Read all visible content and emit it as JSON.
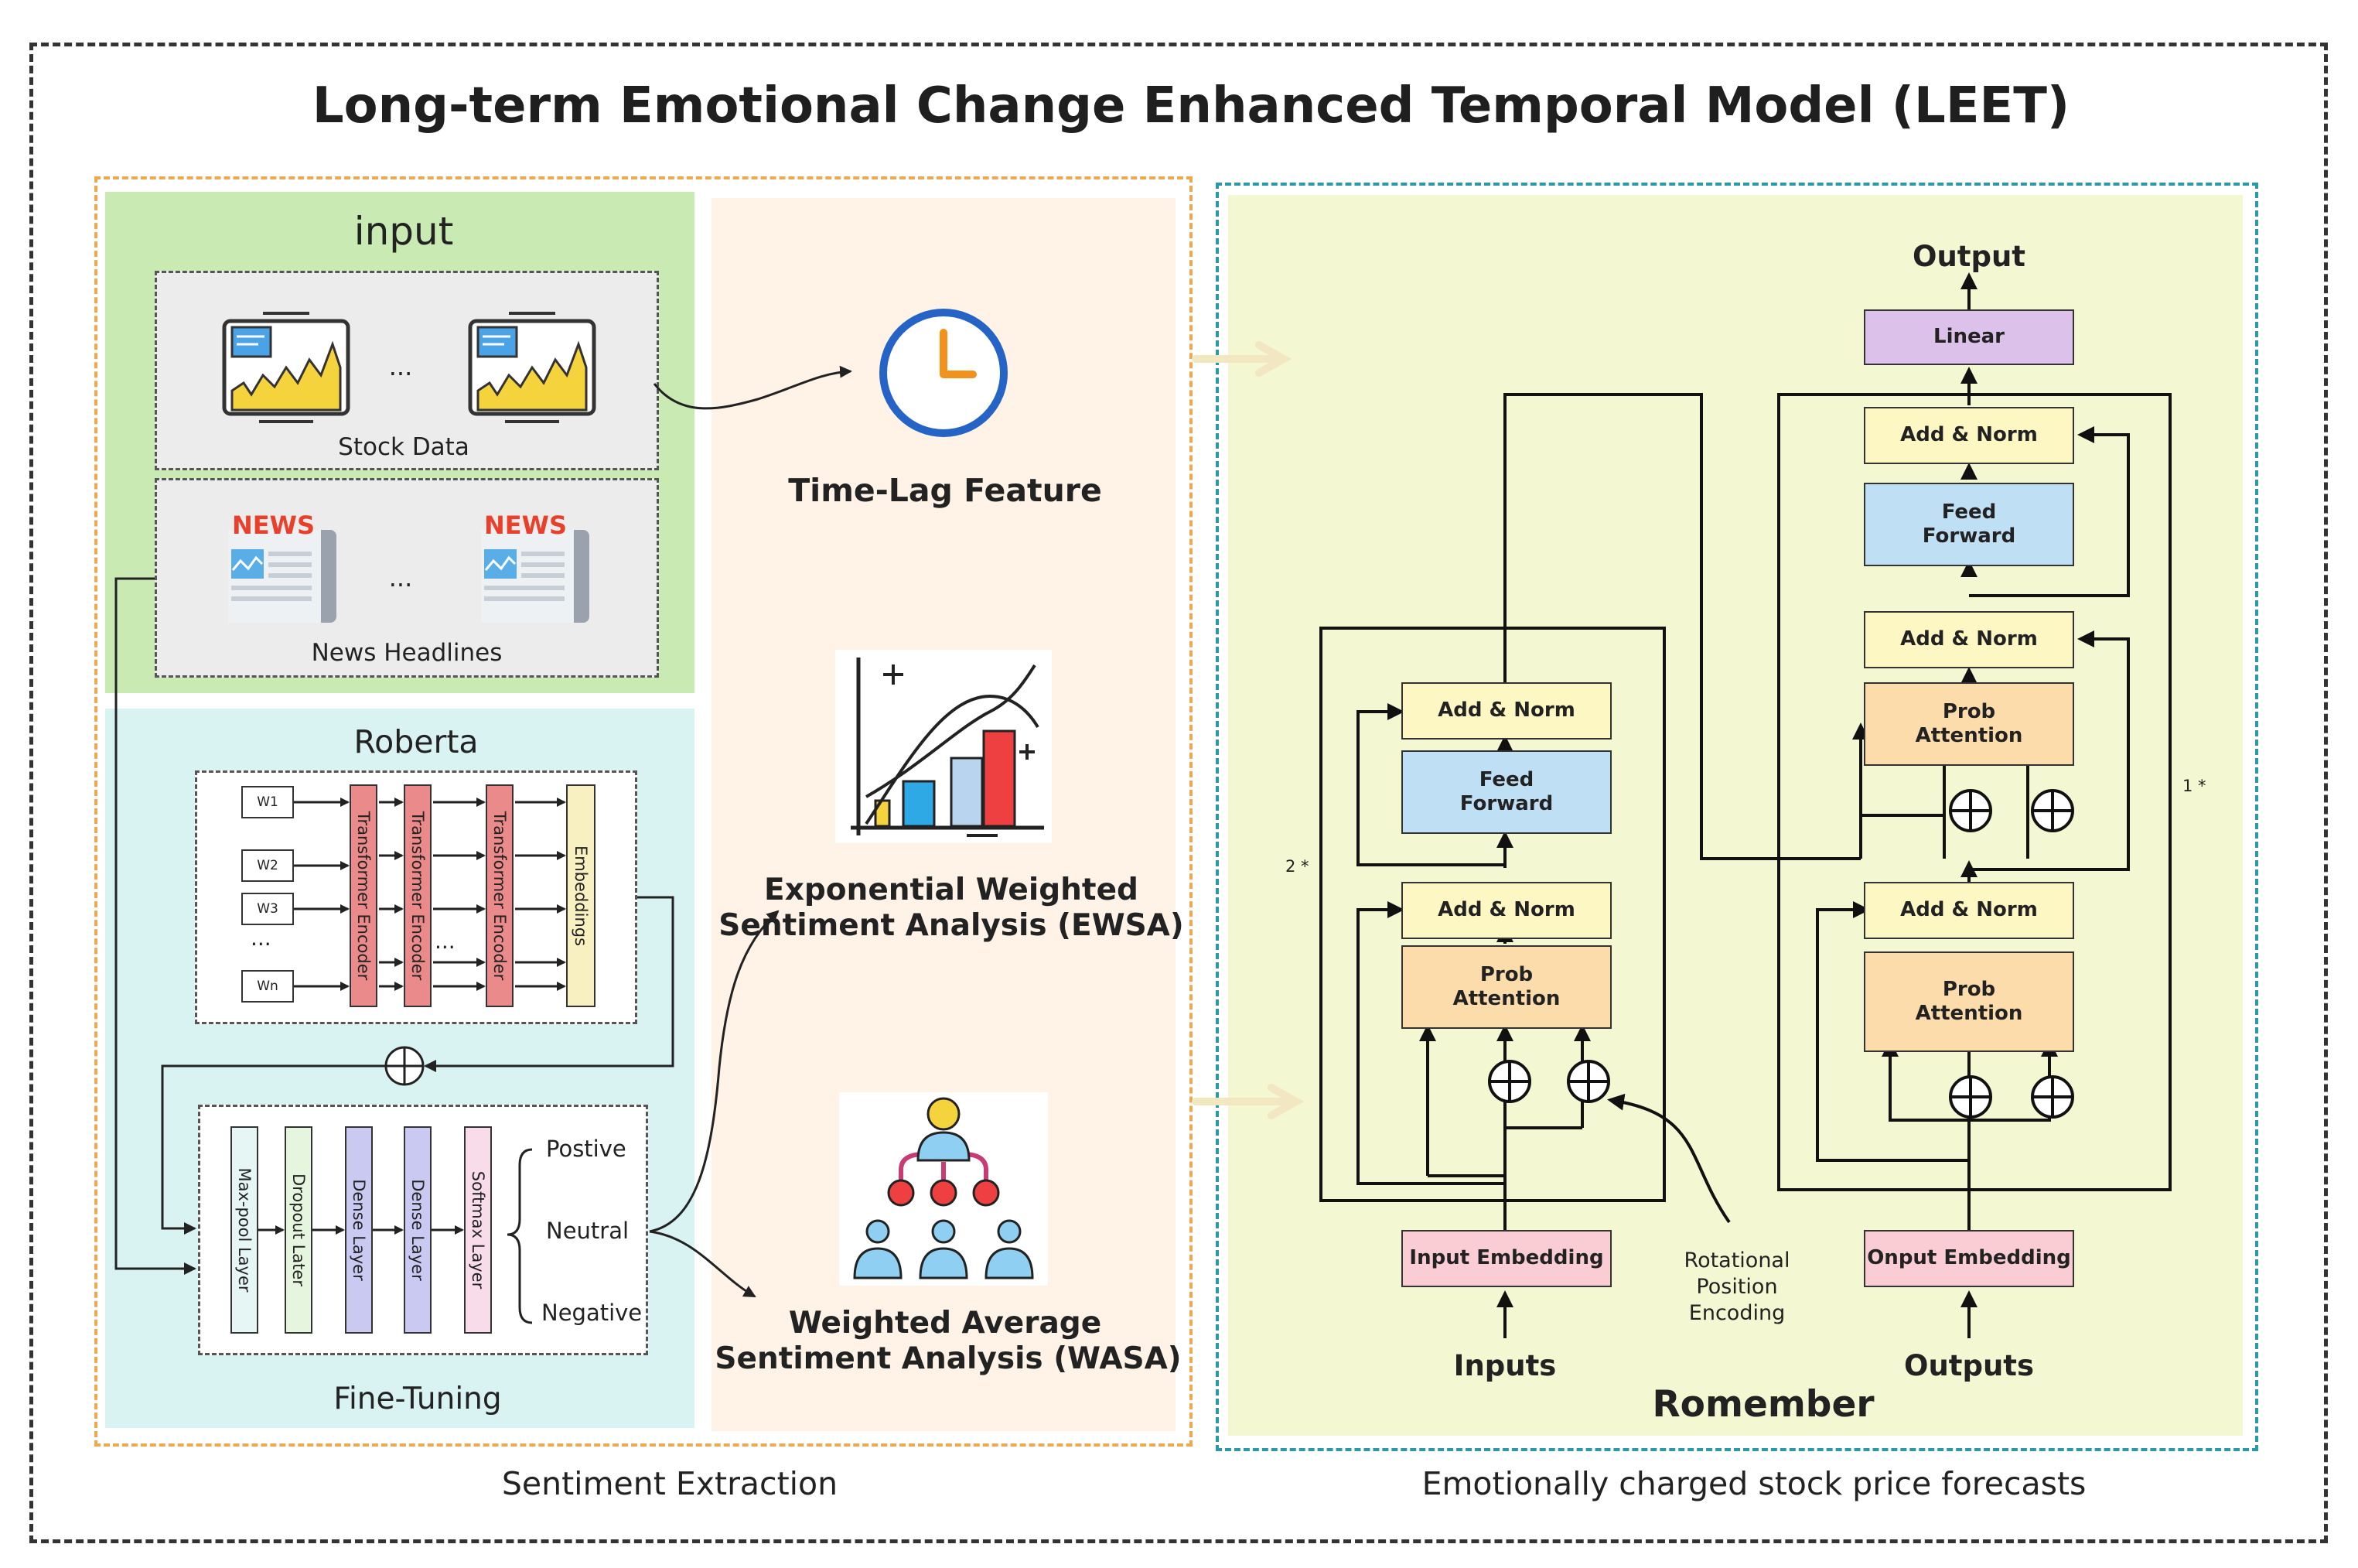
{
  "title": "Long-term Emotional Change Enhanced Temporal Model (LEET)",
  "sections": {
    "left_caption": "Sentiment Extraction",
    "right_caption": "Emotionally charged stock price forecasts"
  },
  "input_panel": {
    "title": "input",
    "stock_label": "Stock Data",
    "news_label": "News Headlines",
    "news_badge": "NEWS",
    "ellipsis": "..."
  },
  "roberta": {
    "title": "Roberta",
    "tokens": [
      "W1",
      "W2",
      "W3",
      "Wn"
    ],
    "encoders": [
      "Transformer Encoder",
      "Transformer Encoder",
      "Transformer Encoder"
    ],
    "embeddings": "Embeddings",
    "ellipsis": "..."
  },
  "finetune": {
    "title": "Fine-Tuning",
    "layers": [
      "Max-pool Layer",
      "Dropout Later",
      "Dense Layer",
      "Dense Layer",
      "Softmax Layer"
    ],
    "outputs": [
      "Postive",
      "Neutral",
      "Negative"
    ]
  },
  "features": {
    "timelag": "Time-Lag Feature",
    "ewsa_line1": "Exponential Weighted",
    "ewsa_line2": "Sentiment Analysis (EWSA)",
    "wasa_line1": "Weighted Average",
    "wasa_line2": "Sentiment Analysis (WASA)"
  },
  "romember": {
    "title": "Romember",
    "output": "Output",
    "linear": "Linear",
    "add_norm": "Add & Norm",
    "feed_forward_1": "Feed",
    "feed_forward_2": "Forward",
    "prob_attention_1": "Prob",
    "prob_attention_2": "Attention",
    "input_embedding": "Input Embedding",
    "output_embedding": "Onput Embedding",
    "inputs": "Inputs",
    "outputs": "Outputs",
    "rope_1": "Rotational",
    "rope_2": "Position",
    "rope_3": "Encoding",
    "enc_repeat": "2 *",
    "dec_repeat": "1 *"
  },
  "colors": {
    "input_bg": "#c9ebb3",
    "roberta_bg": "#d9f2f2",
    "middle_bg": "#fef3e6",
    "right_bg": "#f3f7d2",
    "orange_border": "#efa84f",
    "teal_border": "#2a9aa6",
    "add_norm": "#fdf7c3",
    "feed_forward": "#bfdff5",
    "prob_attention": "#fcdcab",
    "embedding": "#f9cdd3",
    "linear": "#dcc2ea",
    "encoder": "#ea8a8a",
    "embeddings_bar": "#f8f0c0"
  }
}
